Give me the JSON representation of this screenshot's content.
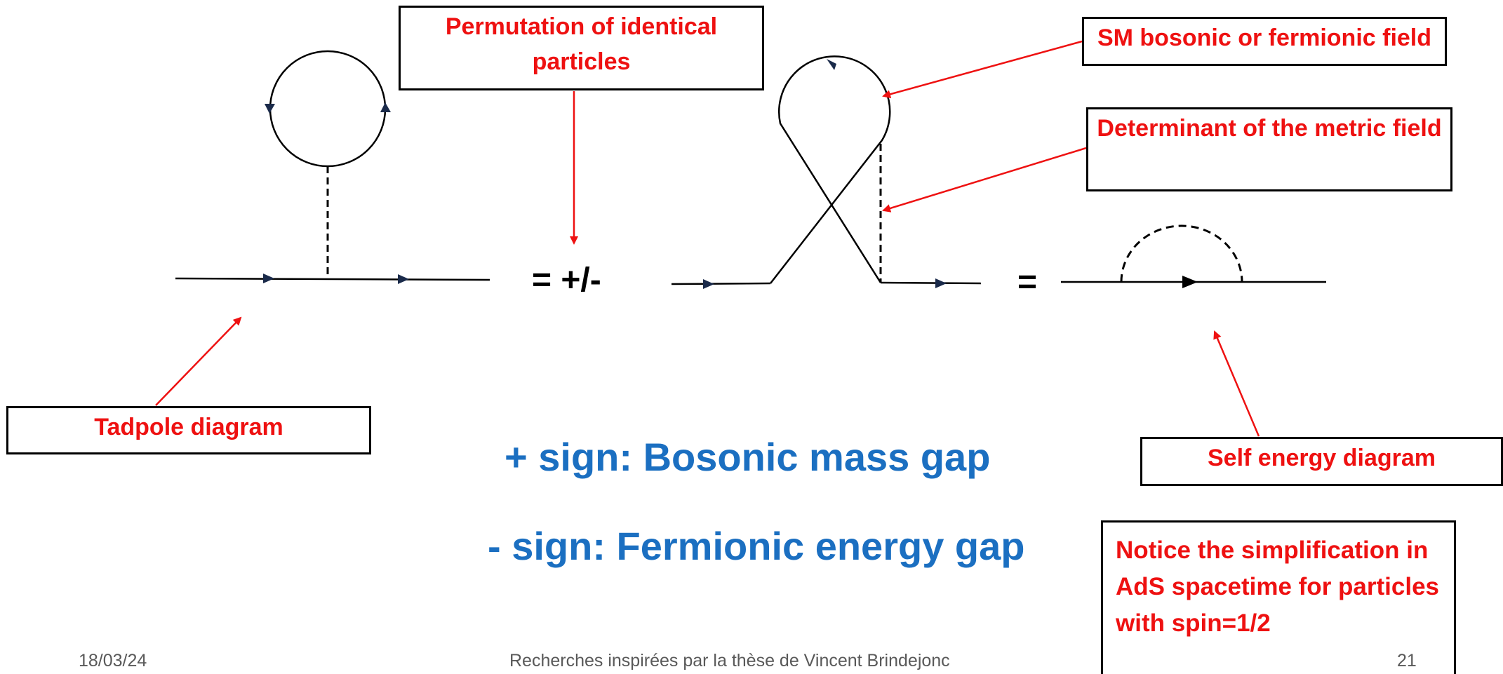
{
  "diagram": {
    "equation_signs": {
      "plus_minus": "= +/-",
      "equals": "="
    },
    "annotations": {
      "permutation": "Permutation of identical particles",
      "sm_field": "SM bosonic or fermionic field",
      "determinant": "Determinant of the metric field",
      "tadpole": "Tadpole diagram",
      "self_energy": "Self energy diagram",
      "notice": "Notice the simplification in AdS spacetime for particles with spin=1/2"
    },
    "statements": {
      "plus_sign": "+ sign: Bosonic mass gap",
      "minus_sign": "- sign: Fermionic energy gap"
    },
    "colors": {
      "annotation_text": "#ee1111",
      "annotation_arrow": "#ee1111",
      "statement_text": "#1b6fc1",
      "footer_text": "#595959",
      "diagram_lines": "#000000"
    }
  },
  "footer": {
    "date": "18/03/24",
    "title": "Recherches inspirées par la thèse de Vincent Brindejonc",
    "page_number": "21"
  }
}
